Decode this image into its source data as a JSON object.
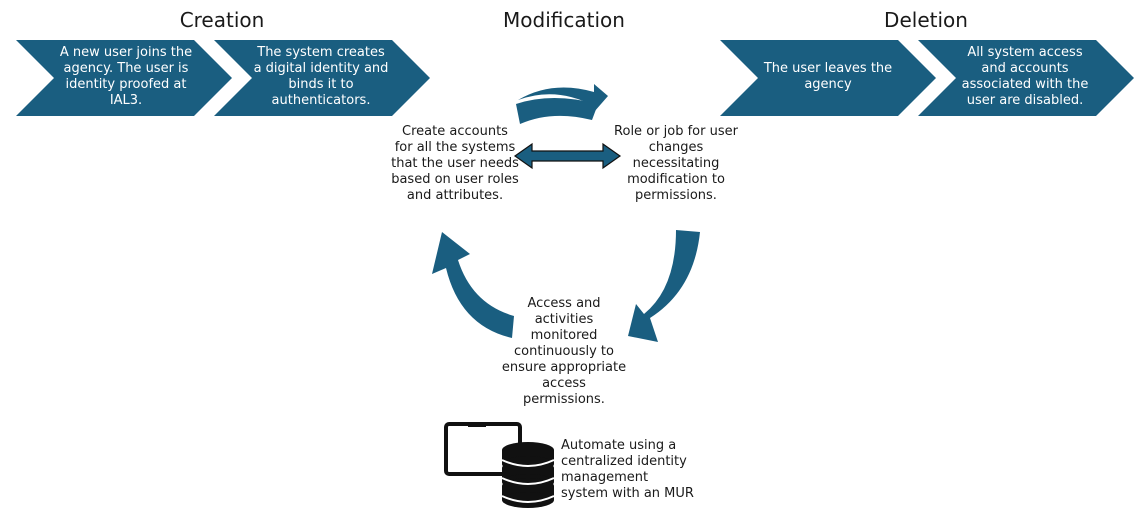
{
  "colors": {
    "primary": "#1a5e80",
    "dark": "#111111"
  },
  "headings": {
    "creation": "Creation",
    "modification": "Modification",
    "deletion": "Deletion"
  },
  "chevrons": {
    "c1": [
      "A new user joins the",
      "agency. The user is",
      "identity proofed at",
      "IAL3."
    ],
    "c2": [
      "The system creates",
      "a digital identity and",
      "binds it to",
      "authenticators."
    ],
    "c3": [
      "The user leaves the",
      "agency"
    ],
    "c4": [
      "All system access",
      "and accounts",
      "associated with the",
      "user are disabled."
    ]
  },
  "cycle": {
    "create_accounts": [
      "Create accounts",
      "for all the systems",
      "that the user needs",
      "based on user roles",
      "and attributes."
    ],
    "role_change": [
      "Role or job for user",
      "changes",
      "necessitating",
      "modification to",
      "permissions."
    ],
    "monitoring": [
      "Access and",
      "activities",
      "monitored",
      "continuously to",
      "ensure appropriate",
      "access",
      "permissions."
    ]
  },
  "automate": {
    "icon": "computer-database-icon",
    "text": [
      "Automate using a",
      "centralized identity",
      "management",
      "system with an MUR"
    ]
  }
}
